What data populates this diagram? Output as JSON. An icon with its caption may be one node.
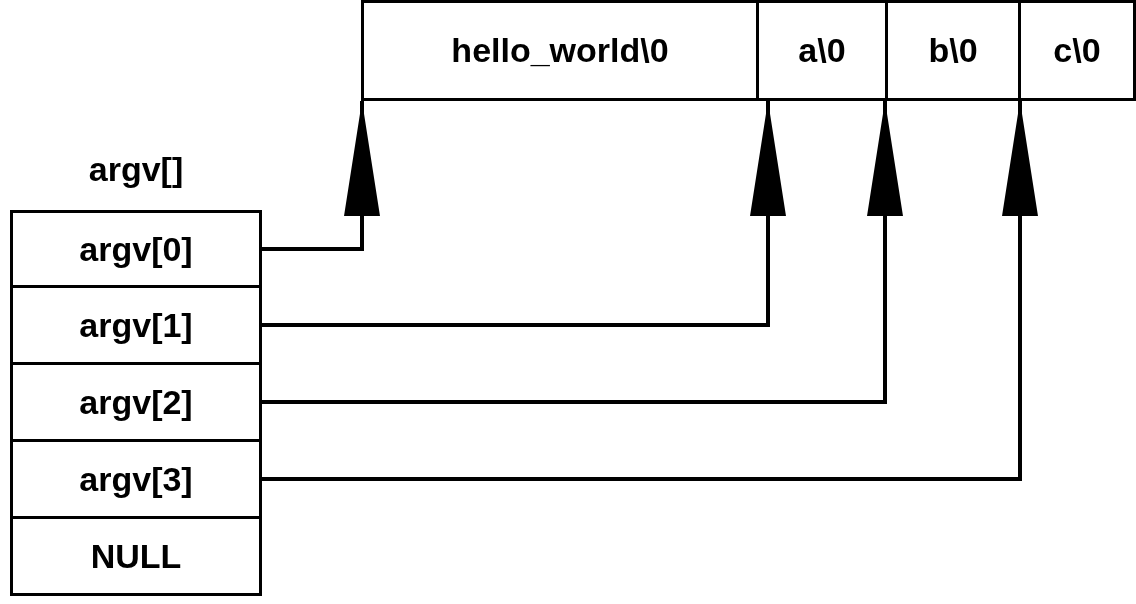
{
  "diagram": {
    "nodes": [
      {
        "text": [
          "argv[]"
        ]
      },
      {
        "text": [
          "argv[0]"
        ],
        "in": 0
      },
      {
        "text": [
          "argv[1]"
        ],
        "in": 0
      },
      {
        "text": [
          "argv[2]"
        ],
        "in": 0
      },
      {
        "text": [
          "argv[3]"
        ],
        "in": 0
      },
      {
        "text": [
          "NULL"
        ],
        "in": 0
      },
      {
        "text": [
          "hello_world\\0"
        ]
      },
      {
        "text": [
          "a\\0"
        ]
      },
      {
        "text": [
          "b\\0"
        ]
      },
      {
        "text": [
          "c\\0"
        ]
      }
    ],
    "edges": [
      {
        "from": 1,
        "to": 6,
        "arrow": "to"
      },
      {
        "from": 2,
        "to": 7,
        "arrow": "to"
      },
      {
        "from": 3,
        "to": 8,
        "arrow": "to"
      },
      {
        "from": 4,
        "to": 9,
        "arrow": "to"
      }
    ]
  }
}
